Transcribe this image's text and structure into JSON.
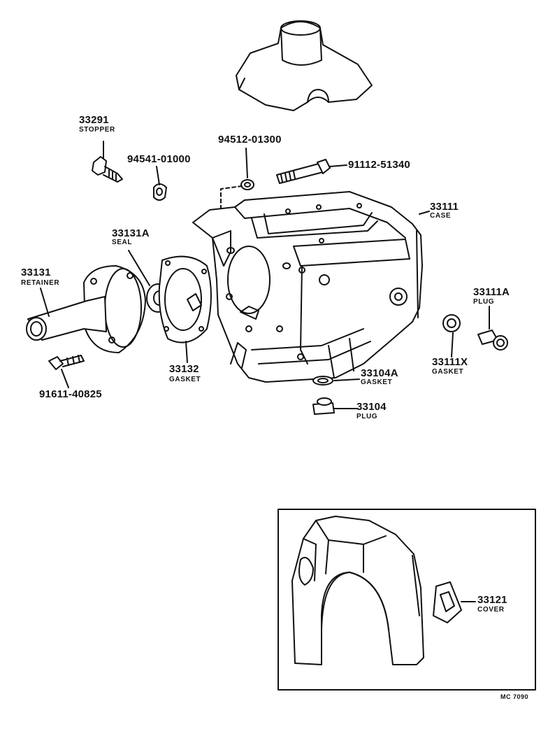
{
  "parts": [
    {
      "key": "p33291",
      "number": "33291",
      "name": "STOPPER"
    },
    {
      "key": "p94541",
      "number": "94541-01000",
      "name": ""
    },
    {
      "key": "p94512",
      "number": "94512-01300",
      "name": ""
    },
    {
      "key": "p91112",
      "number": "91112-51340",
      "name": ""
    },
    {
      "key": "p33111",
      "number": "33111",
      "name": "CASE"
    },
    {
      "key": "p33131A",
      "number": "33131A",
      "name": "SEAL"
    },
    {
      "key": "p33131",
      "number": "33131",
      "name": "RETAINER"
    },
    {
      "key": "p33111A",
      "number": "33111A",
      "name": "PLUG"
    },
    {
      "key": "p33132",
      "number": "33132",
      "name": "GASKET"
    },
    {
      "key": "p33104A",
      "number": "33104A",
      "name": "GASKET"
    },
    {
      "key": "p33111X",
      "number": "33111X",
      "name": "GASKET"
    },
    {
      "key": "p91611",
      "number": "91611-40825",
      "name": ""
    },
    {
      "key": "p33104",
      "number": "33104",
      "name": "PLUG"
    },
    {
      "key": "p33121",
      "number": "33121",
      "name": "COVER"
    }
  ],
  "catalog_code": "MC 7090"
}
